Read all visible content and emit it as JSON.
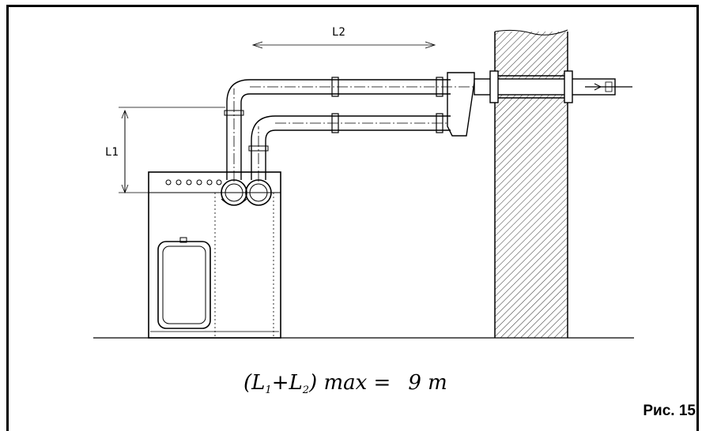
{
  "diagram": {
    "dimension_labels": {
      "vertical": "L1",
      "horizontal": "L2"
    },
    "formula": {
      "open": "(L",
      "sub1": "1",
      "plus": "+L",
      "sub2": "2",
      "close": ")",
      "text": "max =",
      "value": "9 m"
    },
    "figure_label": "Рис. 15"
  }
}
